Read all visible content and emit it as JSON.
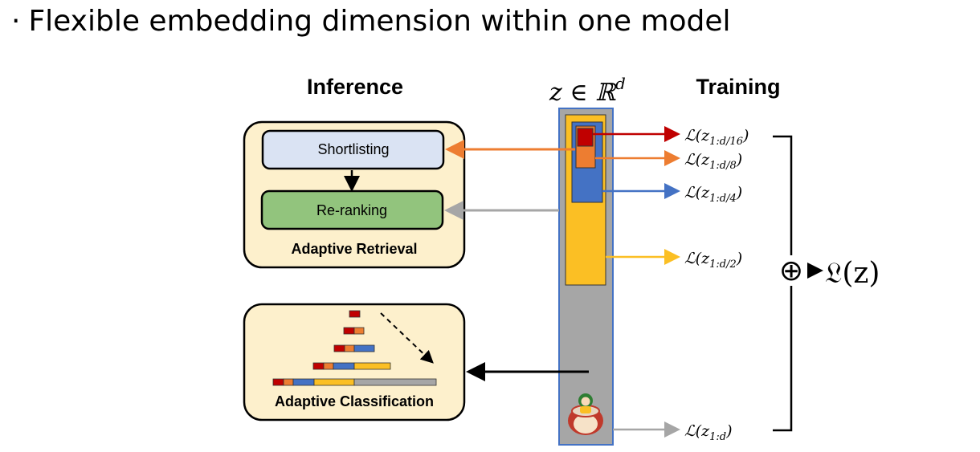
{
  "slide": {
    "bullet": "·",
    "heading": "Flexible embedding dimension within one model"
  },
  "diagram": {
    "inference_title": "Inference",
    "training_title": "Training",
    "embedding_label": "z ∈ ℝ",
    "embedding_sup": "d",
    "retrieval": {
      "shortlisting": "Shortlisting",
      "reranking": "Re-ranking",
      "caption": "Adaptive Retrieval"
    },
    "classification": {
      "caption": "Adaptive Classification"
    },
    "losses": [
      {
        "base": "ℒ(z",
        "sub": "1:d/16",
        "close": ")"
      },
      {
        "base": "ℒ(z",
        "sub": "1:d/8",
        "close": ")"
      },
      {
        "base": "ℒ(z",
        "sub": "1:d/4",
        "close": ")"
      },
      {
        "base": "ℒ(z",
        "sub": "1:d/2",
        "close": ")"
      },
      {
        "base": "ℒ(z",
        "sub": "1:d",
        "close": ")"
      }
    ],
    "total_loss": "𝔏(z)",
    "sum_symbol": "⊕",
    "colors": {
      "red": "#c00000",
      "orange": "#ed7d31",
      "blue": "#4472c4",
      "yellow": "#fbbf24",
      "gray": "#a6a6a6",
      "panel_fill": "#fdf0cc",
      "shortlist_fill": "#dae3f3",
      "rerank_fill": "#92c47d"
    }
  }
}
